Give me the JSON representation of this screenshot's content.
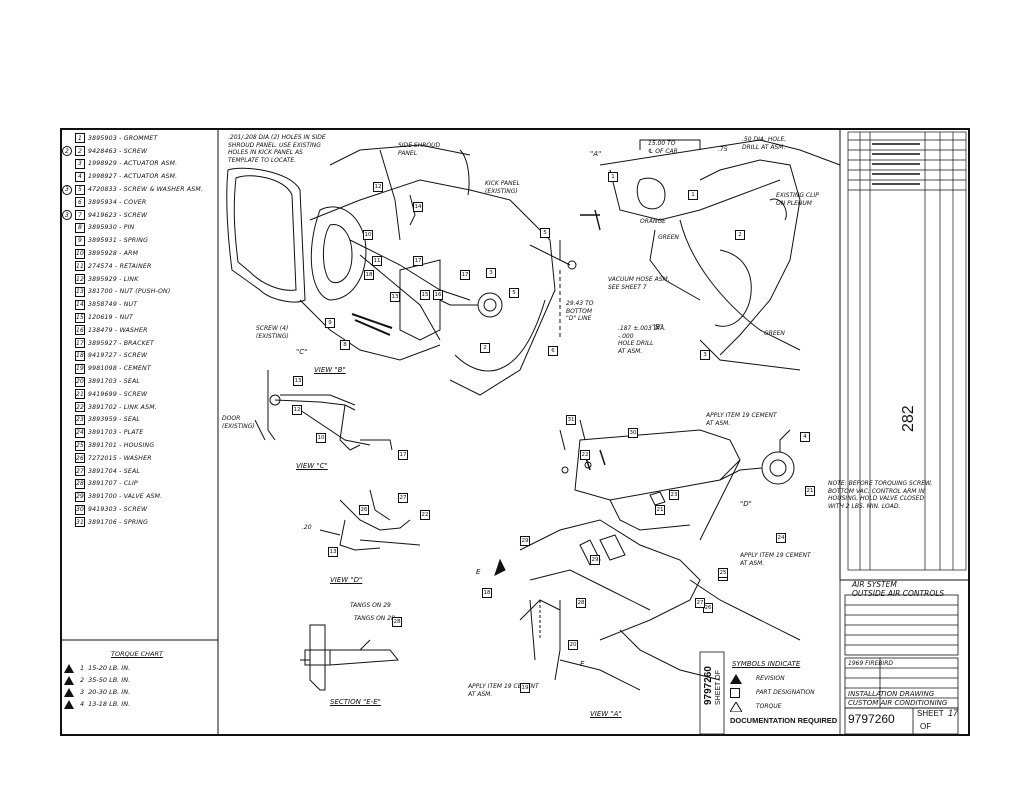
{
  "parts_list": [
    {
      "sym": "",
      "num": "1",
      "text": "3895903 - GROMMET"
    },
    {
      "sym": "2",
      "num": "2",
      "text": "9428463 - SCREW"
    },
    {
      "sym": "",
      "num": "3",
      "text": "1998929 - ACTUATOR ASM."
    },
    {
      "sym": "",
      "num": "4",
      "text": "1998927 - ACTUATOR ASM."
    },
    {
      "sym": "3",
      "num": "5",
      "text": "4720833 - SCREW & WASHER ASM."
    },
    {
      "sym": "",
      "num": "6",
      "text": "3895934 - COVER"
    },
    {
      "sym": "3",
      "num": "7",
      "text": "9419623 - SCREW"
    },
    {
      "sym": "",
      "num": "8",
      "text": "3895930 - PIN"
    },
    {
      "sym": "",
      "num": "9",
      "text": "3895931 - SPRING"
    },
    {
      "sym": "",
      "num": "10",
      "text": "3895928 - ARM"
    },
    {
      "sym": "",
      "num": "11",
      "text": "274574 - RETAINER"
    },
    {
      "sym": "",
      "num": "12",
      "text": "3895929 - LINK"
    },
    {
      "sym": "",
      "num": "13",
      "text": "381700 - NUT (PUSH-ON)"
    },
    {
      "sym": "",
      "num": "14",
      "text": "3858749 - NUT"
    },
    {
      "sym": "",
      "num": "15",
      "text": "120619 - NUT"
    },
    {
      "sym": "",
      "num": "16",
      "text": "138479 - WASHER"
    },
    {
      "sym": "",
      "num": "17",
      "text": "3895927 - BRACKET"
    },
    {
      "sym": "",
      "num": "18",
      "text": "9419727 - SCREW"
    },
    {
      "sym": "",
      "num": "19",
      "text": "9981098 - CEMENT"
    },
    {
      "sym": "",
      "num": "20",
      "text": "3891703 - SEAL"
    },
    {
      "sym": "",
      "num": "21",
      "text": "9419699 - SCREW"
    },
    {
      "sym": "",
      "num": "22",
      "text": "3891702 - LINK ASM."
    },
    {
      "sym": "",
      "num": "23",
      "text": "3893959 - SEAL"
    },
    {
      "sym": "",
      "num": "24",
      "text": "3891703 - PLATE"
    },
    {
      "sym": "",
      "num": "25",
      "text": "3891701 - HOUSING"
    },
    {
      "sym": "",
      "num": "26",
      "text": "7272015 - WASHER"
    },
    {
      "sym": "",
      "num": "27",
      "text": "3891704 - SEAL"
    },
    {
      "sym": "",
      "num": "28",
      "text": "3891707 - CLIP"
    },
    {
      "sym": "",
      "num": "29",
      "text": "3891700 - VALVE ASM."
    },
    {
      "sym": "",
      "num": "30",
      "text": "9419303 - SCREW"
    },
    {
      "sym": "",
      "num": "31",
      "text": "3891706 - SPRING"
    }
  ],
  "torque_chart": {
    "title": "TORQUE CHART",
    "rows": [
      {
        "id": "1",
        "value": "15-20 LB. IN."
      },
      {
        "id": "2",
        "value": "35-50 LB. IN."
      },
      {
        "id": "3",
        "value": "20-30 LB. IN."
      },
      {
        "id": "4",
        "value": "13-18 LB. IN."
      }
    ]
  },
  "labels": {
    "holes_note": ".201/.208 DIA (2) HOLES IN SIDE\nSHROUD PANEL. USE EXISTING\nHOLES IN KICK PANEL AS\nTEMPLATE TO LOCATE.",
    "side_shroud": "SIDE SHROUD\nPANEL",
    "kick_panel": "KICK PANEL\n(EXISTING)",
    "dim_1500": "15.00 TO\n℄ OF CAR",
    "dia_hole": ".50 DIA. HOLE,\nDRILL AT ASM.",
    "existing_clip": "EXISTING CLIP\nON PLENUM",
    "orange": "ORANGE",
    "green": "GREEN",
    "green2": "GREEN",
    "vacuum_hose": "VACUUM HOSE ASM.\nSEE SHEET 7",
    "dim_2943": "29.43 TO\nBOTTOM\n\"D\" LINE",
    "hole_drill": ".187 ±.003 DIA.\n-.000\nHOLE DRILL\nAT ASM.",
    "screw4": "SCREW (4)\n(EXISTING)",
    "door": "DOOR\n(EXISTING)",
    "view_b": "VIEW \"B\"",
    "view_c": "VIEW \"C\"",
    "view_d": "VIEW \"D\"",
    "view_a": "VIEW \"A\"",
    "section_ee": "SECTION \"E-E\"",
    "tangs_on_29": "TANGS ON 29",
    "tangs_on_28": "TANGS ON 28",
    "apply_cement_1": "APPLY ITEM 19 CEMENT\nAT ASM.",
    "apply_cement_2": "APPLY ITEM 19 CEMENT\nAT ASM.",
    "apply_cement_3": "APPLY ITEM 19 CEMENT\nAT ASM.",
    "note": "NOTE: BEFORE TORQUING SCREW,\nBOTTOM VAC. CONTROL ARM IN\nHOUSING, HOLD VALVE CLOSED\nWITH 2 LBS. MIN. LOAD.",
    "letter_a": "\"A\"",
    "letter_b": "\"B\"",
    "letter_c": "\"C\"",
    "letter_d": "\"D\"",
    "letter_e1": "E",
    "letter_e2": "E",
    "dim_20": ".20",
    "dim_75": ".75"
  },
  "symbols_legend": {
    "title": "SYMBOLS INDICATE",
    "items": [
      "REVISION",
      "PART DESIGNATION",
      "TORQUE"
    ]
  },
  "title_block": {
    "subject": "AIR SYSTEM\nOUTSIDE AIR CONTROLS",
    "car": "1969 FIREBIRD",
    "drawing_title": "INSTALLATION DRAWING\nCUSTOM AIR CONDITIONING",
    "drawing_number": "9797260",
    "sheet_label": "SHEET",
    "sheet_of": "OF",
    "sheet_no": "17",
    "side_number": "9797260",
    "side_sheet": "SHEET OF",
    "doc_required": "DOCUMENTATION REQUIRED",
    "page_number": "282"
  }
}
